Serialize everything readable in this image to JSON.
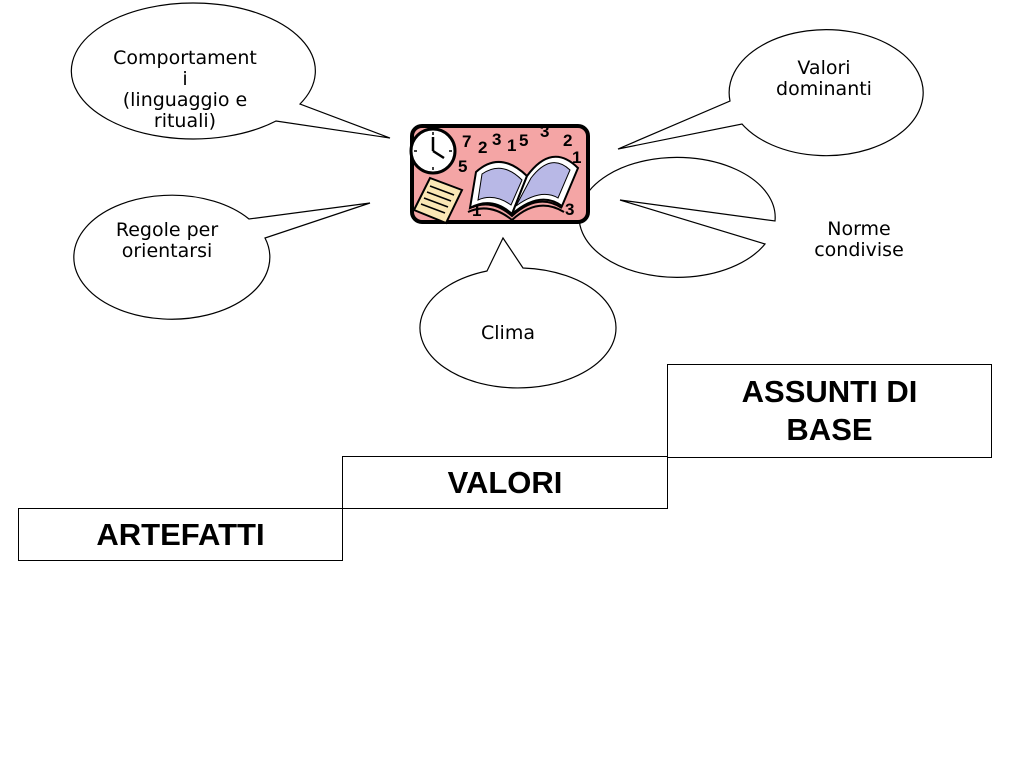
{
  "bubbles": {
    "comportamenti": {
      "lines": [
        "Comportament",
        "i",
        "(linguaggio e",
        "rituali)"
      ]
    },
    "valori_dominanti": {
      "lines": [
        "Valori",
        "dominanti"
      ]
    },
    "regole": {
      "lines": [
        "Regole per",
        "orientarsi"
      ]
    },
    "norme": {
      "lines": [
        "Norme",
        "condivise"
      ]
    },
    "clima": {
      "lines": [
        "Clima"
      ]
    }
  },
  "clipart": {
    "icon": "book-clock-papers-clipart",
    "background_color": "#f4a5a5",
    "frame_color": "#000000",
    "page_color": "#b8b8e6",
    "paper_color": "#fbe7b5",
    "numbers": [
      "7",
      "2",
      "3",
      "1",
      "5",
      "3",
      "2",
      "1",
      "5",
      "1",
      "3"
    ]
  },
  "staircase": {
    "artefatti": "ARTEFATTI",
    "valori": "VALORI",
    "assunti": [
      "ASSUNTI DI",
      "BASE"
    ]
  }
}
